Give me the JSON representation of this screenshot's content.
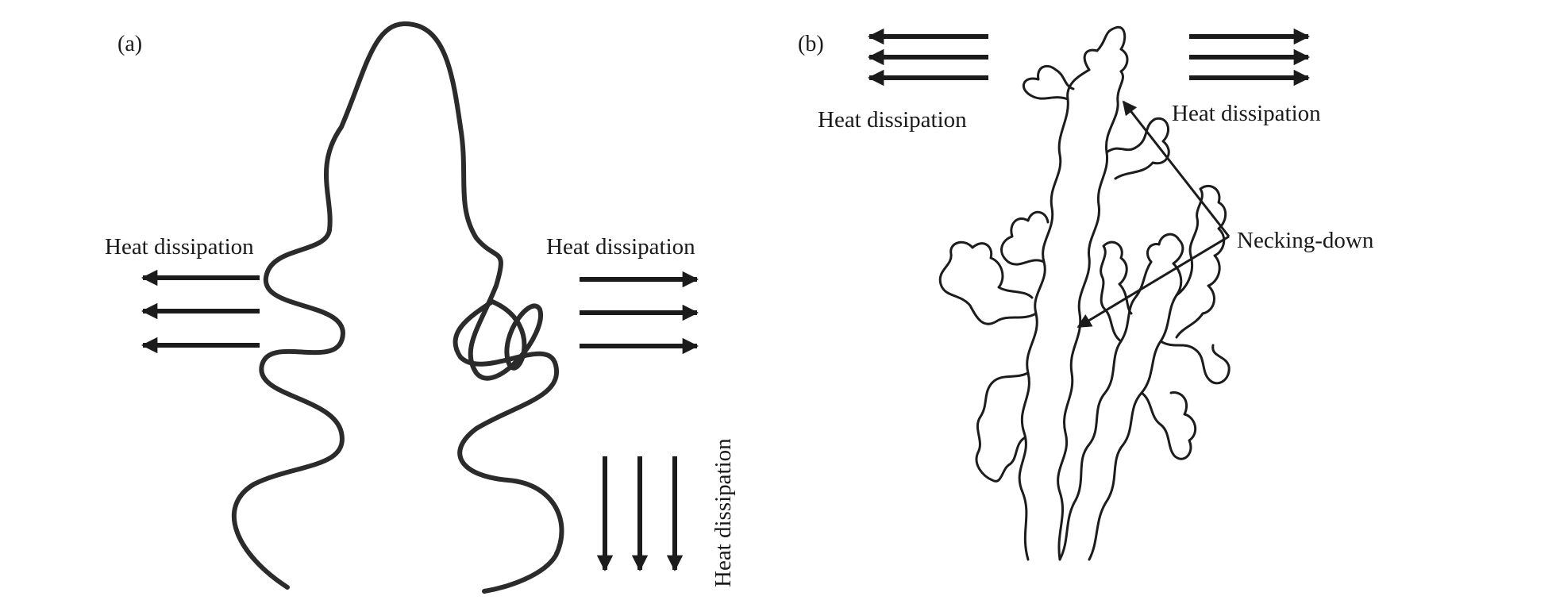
{
  "panel_a": {
    "label": "(a)",
    "heat_left": "Heat dissipation",
    "heat_right": "Heat dissipation",
    "heat_bottom": "Heat dissipation"
  },
  "panel_b": {
    "label": "(b)",
    "heat_left": "Heat dissipation",
    "heat_right": "Heat dissipation",
    "necking": "Necking-down"
  },
  "colors": {
    "line": "#2b2b2b",
    "background": "#ffffff"
  }
}
